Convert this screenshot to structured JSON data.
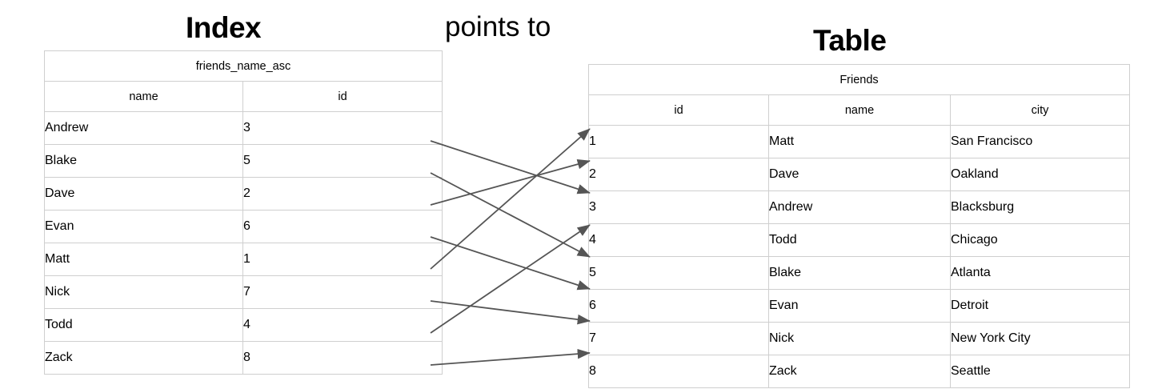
{
  "titles": {
    "index": "Index",
    "table": "Table",
    "relation_label": "points to"
  },
  "index_table": {
    "name": "friends_name_asc",
    "columns": [
      "name",
      "id"
    ],
    "rows": [
      {
        "name": "Andrew",
        "id": "3"
      },
      {
        "name": "Blake",
        "id": "5"
      },
      {
        "name": "Dave",
        "id": "2"
      },
      {
        "name": "Evan",
        "id": "6"
      },
      {
        "name": "Matt",
        "id": "1"
      },
      {
        "name": "Nick",
        "id": "7"
      },
      {
        "name": "Todd",
        "id": "4"
      },
      {
        "name": "Zack",
        "id": "8"
      }
    ]
  },
  "friends_table": {
    "name": "Friends",
    "columns": [
      "id",
      "name",
      "city"
    ],
    "rows": [
      {
        "id": "1",
        "name": "Matt",
        "city": "San Francisco"
      },
      {
        "id": "2",
        "name": "Dave",
        "city": "Oakland"
      },
      {
        "id": "3",
        "name": "Andrew",
        "city": "Blacksburg"
      },
      {
        "id": "4",
        "name": "Todd",
        "city": "Chicago"
      },
      {
        "id": "5",
        "name": "Blake",
        "city": "Atlanta"
      },
      {
        "id": "6",
        "name": "Evan",
        "city": "Detroit"
      },
      {
        "id": "7",
        "name": "Nick",
        "city": "New York City"
      },
      {
        "id": "8",
        "name": "Zack",
        "city": "Seattle"
      }
    ]
  },
  "arrows": {
    "color": "#555555",
    "connections": [
      {
        "from_index_row": 0,
        "from_name": "Andrew",
        "to_id": "3"
      },
      {
        "from_index_row": 1,
        "from_name": "Blake",
        "to_id": "5"
      },
      {
        "from_index_row": 2,
        "from_name": "Dave",
        "to_id": "2"
      },
      {
        "from_index_row": 3,
        "from_name": "Evan",
        "to_id": "6"
      },
      {
        "from_index_row": 4,
        "from_name": "Matt",
        "to_id": "1"
      },
      {
        "from_index_row": 5,
        "from_name": "Nick",
        "to_id": "7"
      },
      {
        "from_index_row": 6,
        "from_name": "Todd",
        "to_id": "4"
      },
      {
        "from_index_row": 7,
        "from_name": "Zack",
        "to_id": "8"
      }
    ]
  },
  "colors": {
    "border": "#cfcfcf",
    "text": "#000000",
    "arrow": "#555555",
    "background": "#ffffff"
  }
}
